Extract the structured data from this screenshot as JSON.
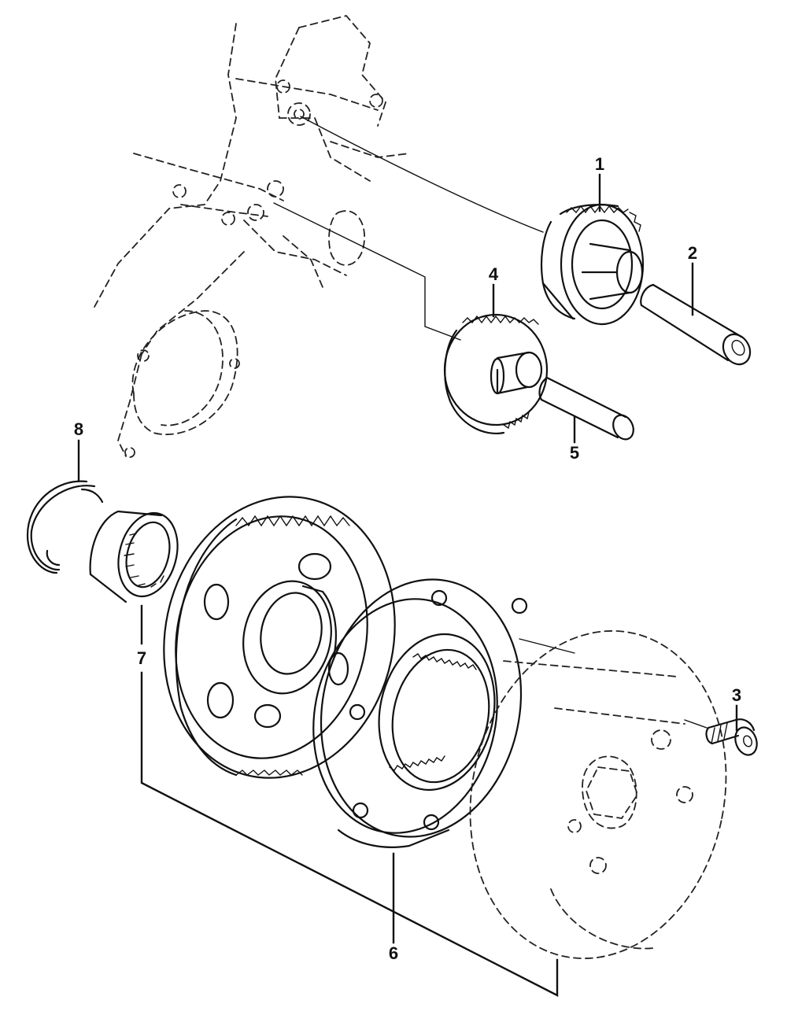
{
  "callouts": {
    "p1": "1",
    "p2": "2",
    "p3": "3",
    "p4": "4",
    "p5": "5",
    "p6": "6",
    "p7": "7",
    "p8": "8"
  },
  "colors": {
    "ink": "#111111",
    "background": "#ffffff"
  }
}
